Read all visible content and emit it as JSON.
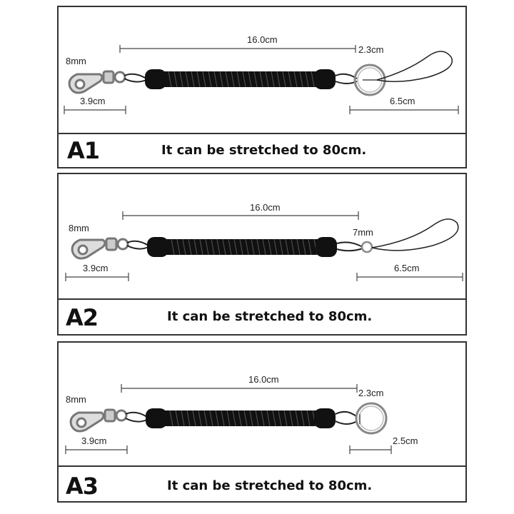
{
  "panels": [
    {
      "label": "A1",
      "note": "It can be stretched to 80cm.",
      "dims": {
        "spring_length": "16.0cm",
        "clip_ring": "8mm",
        "clip_length": "3.9cm",
        "end_ring": "2.3cm",
        "end_length": "6.5cm"
      }
    },
    {
      "label": "A2",
      "note": "It can be stretched to 80cm.",
      "dims": {
        "spring_length": "16.0cm",
        "clip_ring": "8mm",
        "clip_length": "3.9cm",
        "end_ring": "7mm",
        "end_length": "6.5cm"
      }
    },
    {
      "label": "A3",
      "note": "It can be stretched to 80cm.",
      "dims": {
        "spring_length": "16.0cm",
        "clip_ring": "8mm",
        "clip_length": "3.9cm",
        "end_ring": "2.3cm",
        "end_length": "2.5cm"
      }
    }
  ]
}
